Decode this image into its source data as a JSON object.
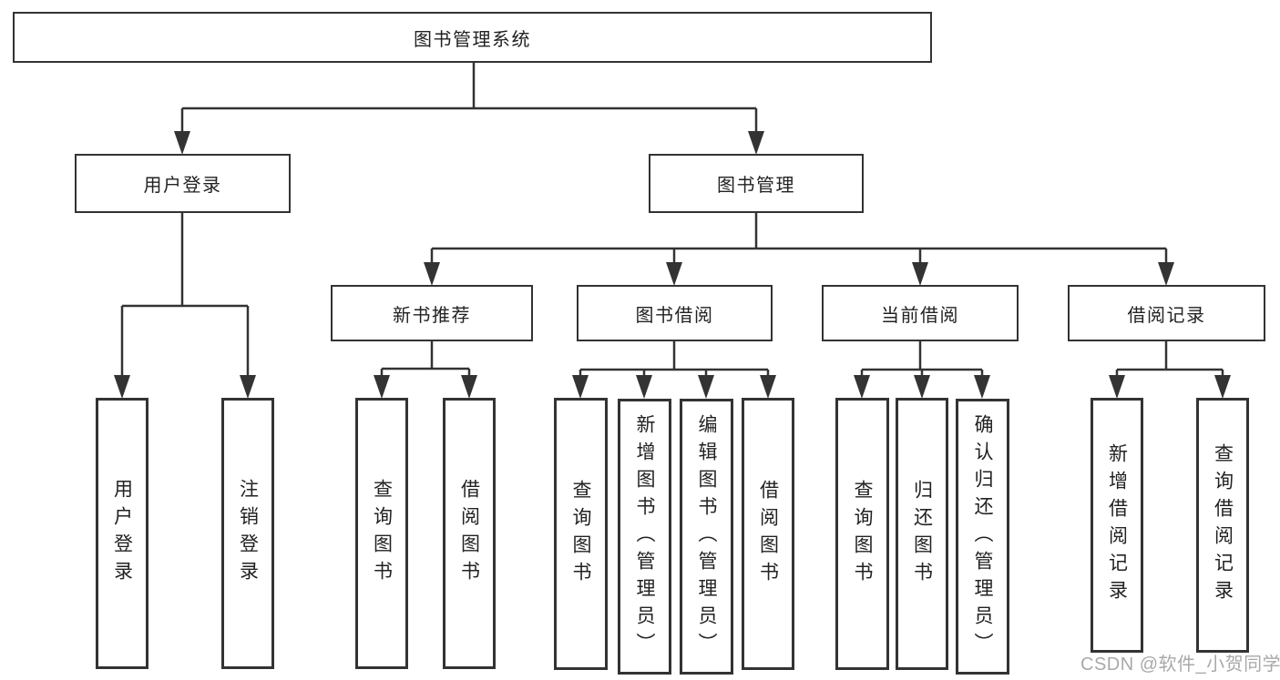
{
  "colors": {
    "line": "#333333",
    "box_border": "#333333",
    "node_text": "#222222",
    "watermark_text": "#a9a9a9",
    "background": "#ffffff"
  },
  "tree": {
    "root": {
      "label": "图书管理系统"
    },
    "branches": [
      {
        "label": "用户登录",
        "children": [
          {
            "label": "用户登录"
          },
          {
            "label": "注销登录"
          }
        ]
      },
      {
        "label": "图书管理",
        "children": [
          {
            "label": "新书推荐",
            "children": [
              {
                "label": "查询图书"
              },
              {
                "label": "借阅图书"
              }
            ]
          },
          {
            "label": "图书借阅",
            "children": [
              {
                "label": "查询图书"
              },
              {
                "label": "新增图书（管理员）"
              },
              {
                "label": "编辑图书（管理员）"
              },
              {
                "label": "借阅图书"
              }
            ]
          },
          {
            "label": "当前借阅",
            "children": [
              {
                "label": "查询图书"
              },
              {
                "label": "归还图书"
              },
              {
                "label": "确认归还（管理员）"
              }
            ]
          },
          {
            "label": "借阅记录",
            "children": [
              {
                "label": "新增借阅记录"
              },
              {
                "label": "查询借阅记录"
              }
            ]
          }
        ]
      }
    ]
  },
  "watermark": {
    "text": "CSDN @软件_小贺同学"
  }
}
